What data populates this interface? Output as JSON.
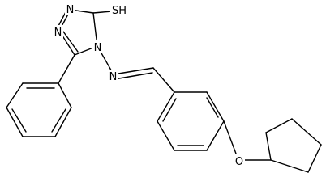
{
  "molecule": {
    "atom_labels": {
      "n1": "N",
      "n2": "N",
      "n4": "N",
      "n_imine": "N",
      "sh": "SH",
      "o": "O"
    }
  }
}
